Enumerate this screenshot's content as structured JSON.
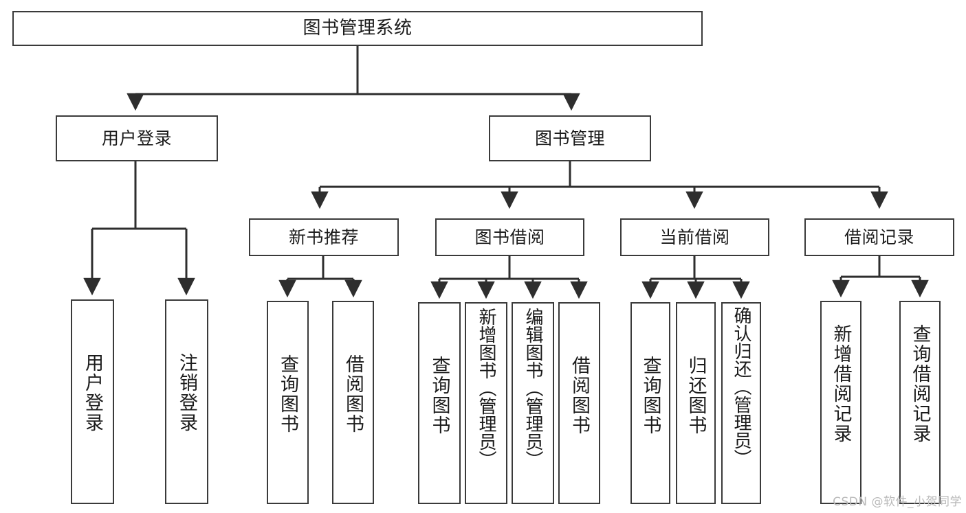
{
  "diagram": {
    "type": "tree",
    "title": "图书管理系统",
    "orientation": "top-down",
    "colors": {
      "box_border": "#3a3a3a",
      "box_fill": "#ffffff",
      "edge": "#2e2e2e",
      "text": "#1b1b1b",
      "watermark": "#b9b9b9"
    }
  },
  "nodes": {
    "root": {
      "label": "图书管理系统"
    },
    "level1": [
      {
        "label": "用户登录"
      },
      {
        "label": "图书管理"
      }
    ],
    "level2": [
      {
        "label": "新书推荐"
      },
      {
        "label": "图书借阅"
      },
      {
        "label": "当前借阅"
      },
      {
        "label": "借阅记录"
      }
    ],
    "leaves_user_login": [
      {
        "label": "用户登录"
      },
      {
        "label": "注销登录"
      }
    ],
    "leaves_new_book": [
      {
        "label": "查询图书"
      },
      {
        "label": "借阅图书"
      }
    ],
    "leaves_borrow": [
      {
        "label": "查询图书"
      },
      {
        "label": "新增图书（管理员）"
      },
      {
        "label": "编辑图书（管理员）"
      },
      {
        "label": "借阅图书"
      }
    ],
    "leaves_current": [
      {
        "label": "查询图书"
      },
      {
        "label": "归还图书"
      },
      {
        "label": "确认归还（管理员）"
      }
    ],
    "leaves_record": [
      {
        "label": "新增借阅记录"
      },
      {
        "label": "查询借阅记录"
      }
    ]
  },
  "watermark": {
    "text": "CSDN @软件_小贺同学"
  }
}
